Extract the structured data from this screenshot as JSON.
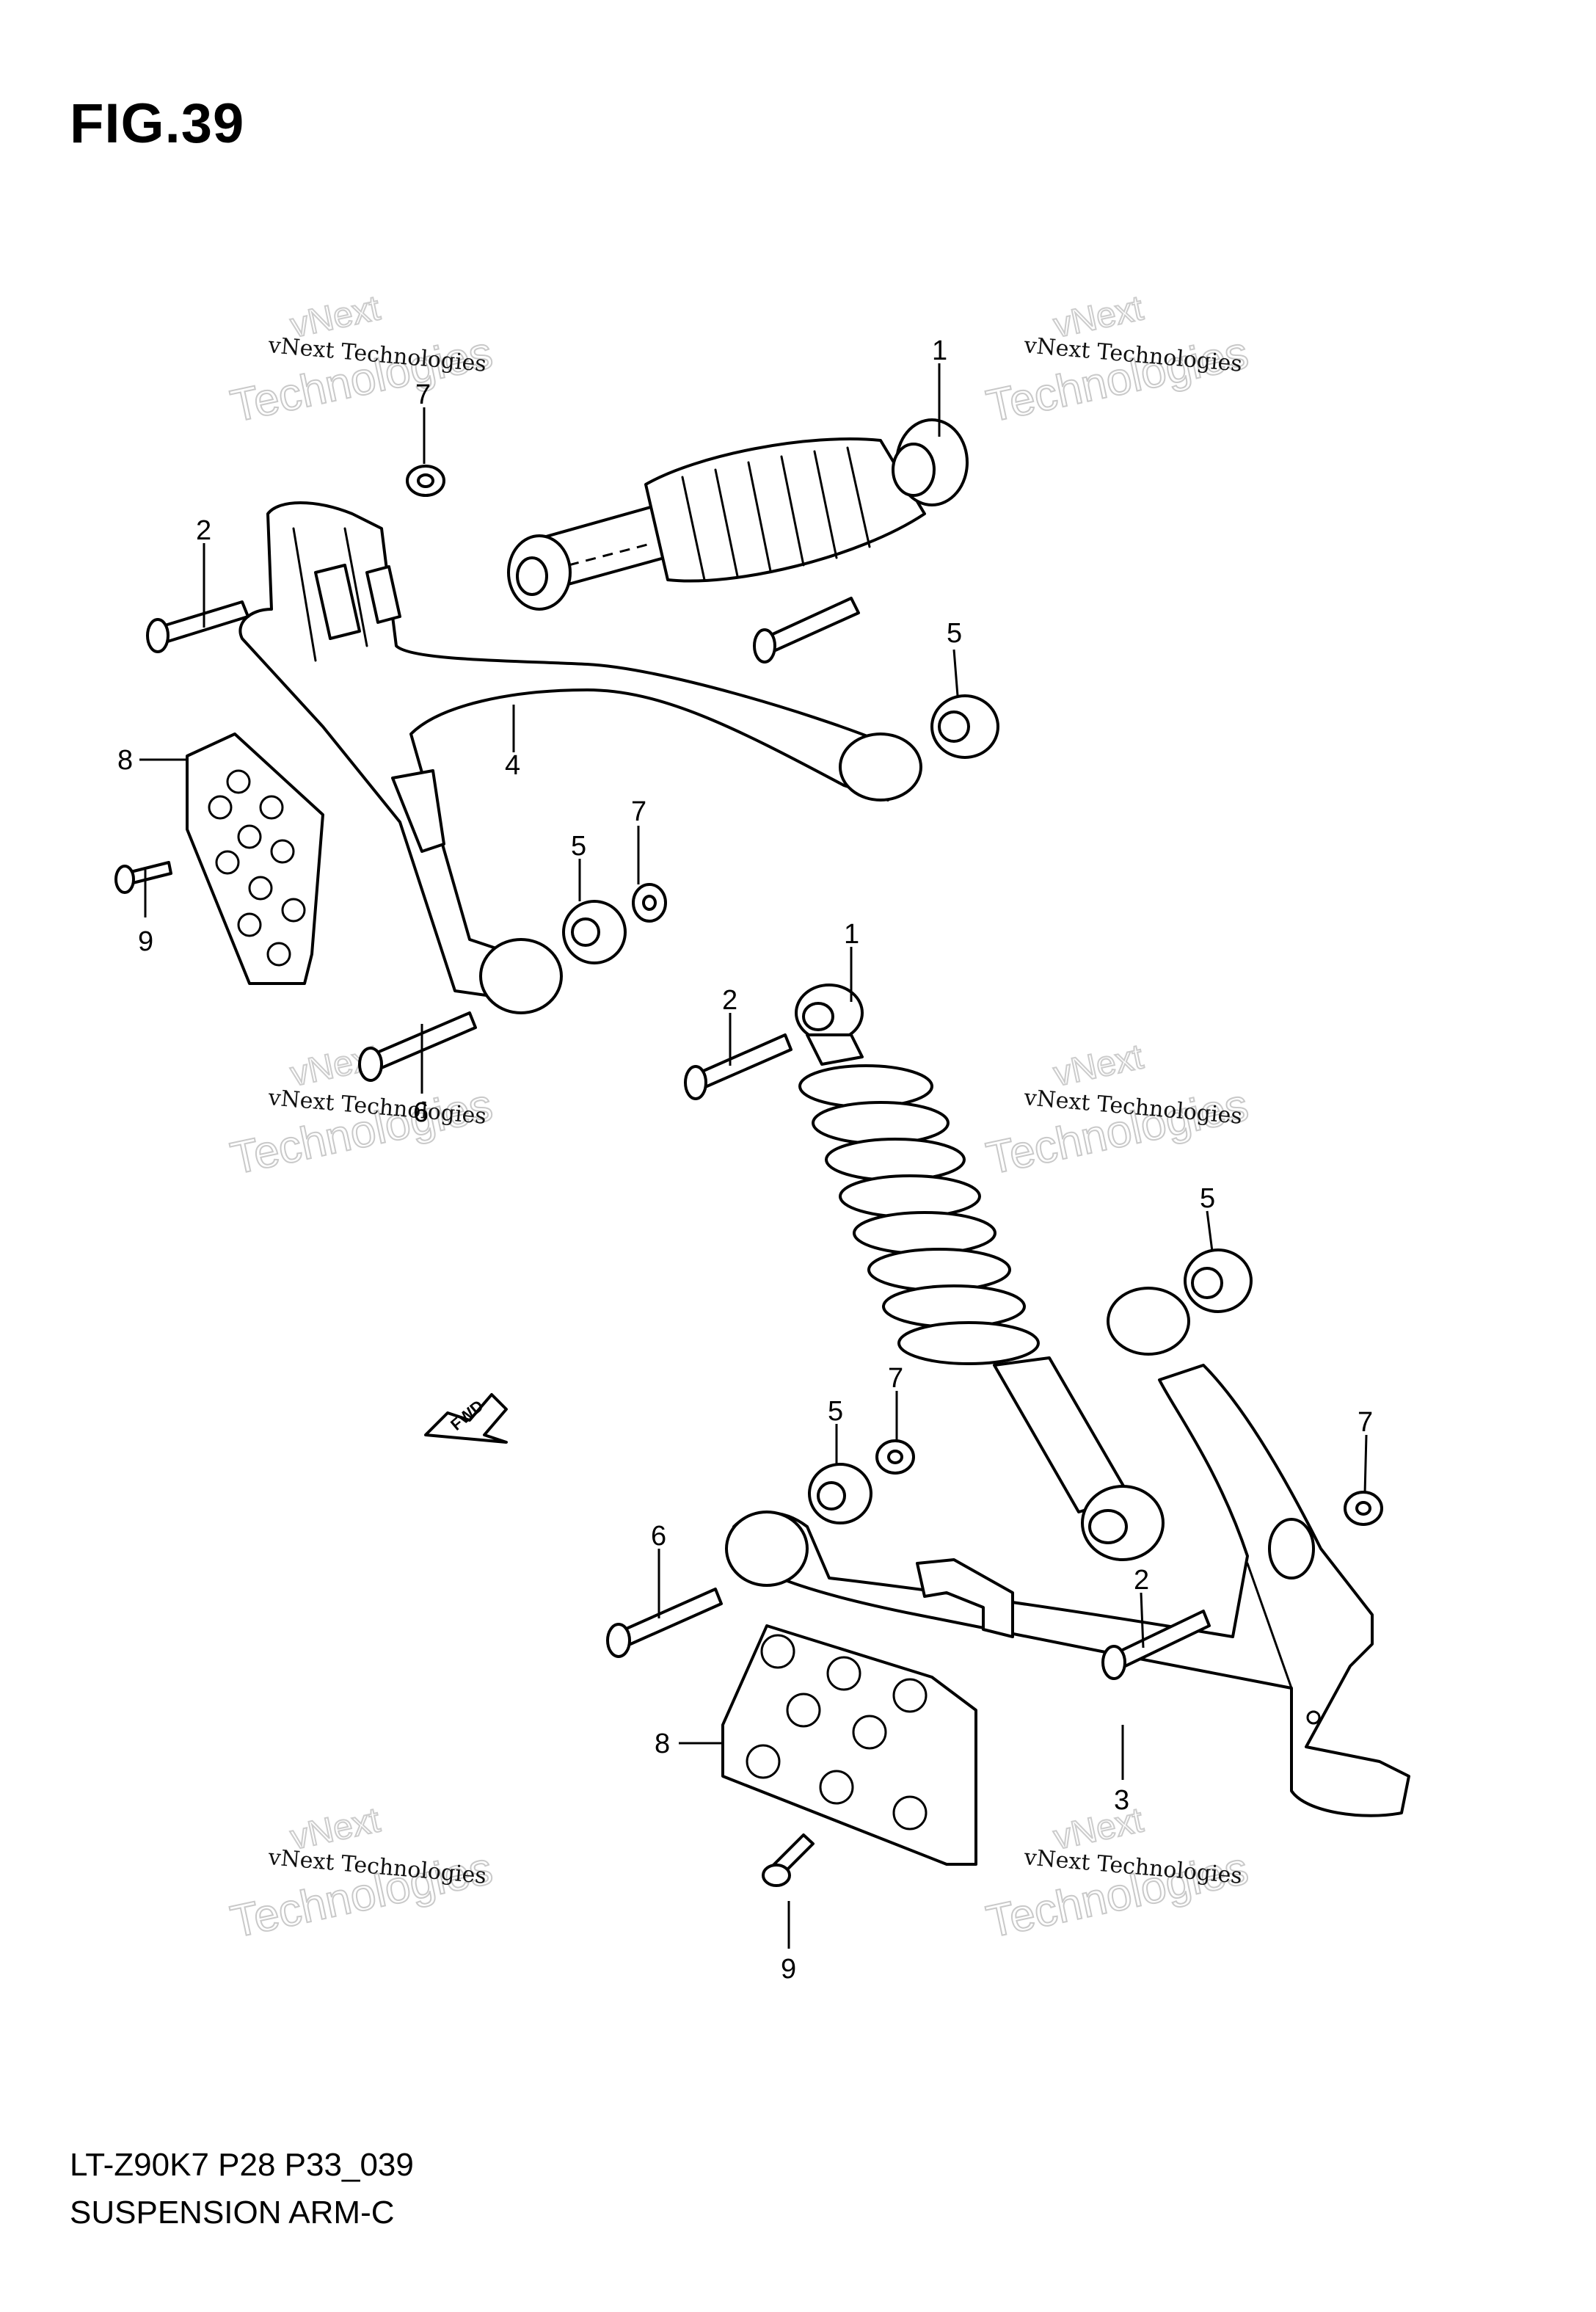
{
  "figure": {
    "title": "FIG.39",
    "model_code": "LT-Z90K7 P28 P33_039",
    "section_name": "SUSPENSION ARM-C"
  },
  "watermark": {
    "line_small": "vNext Technologies",
    "line_outline_top": "vNext",
    "line_outline_big": "Technologies"
  },
  "direction_marker": "FWD",
  "callouts": {
    "upper": {
      "shock": "1",
      "bolt_top": "2",
      "nut_top": "7",
      "bushing_right": "5",
      "arm": "4",
      "step_plate": "8",
      "screw": "9",
      "bushing_left": "5",
      "nut_left": "7",
      "bolt_bottom": "6"
    },
    "lower": {
      "shock": "1",
      "bolt_top": "2",
      "bushing_right": "5",
      "bushing_mid": "5",
      "nut_mid": "7",
      "nut_right": "7",
      "bolt_left": "6",
      "bolt_mount": "2",
      "step_plate": "8",
      "arm": "3",
      "screw": "9"
    }
  }
}
